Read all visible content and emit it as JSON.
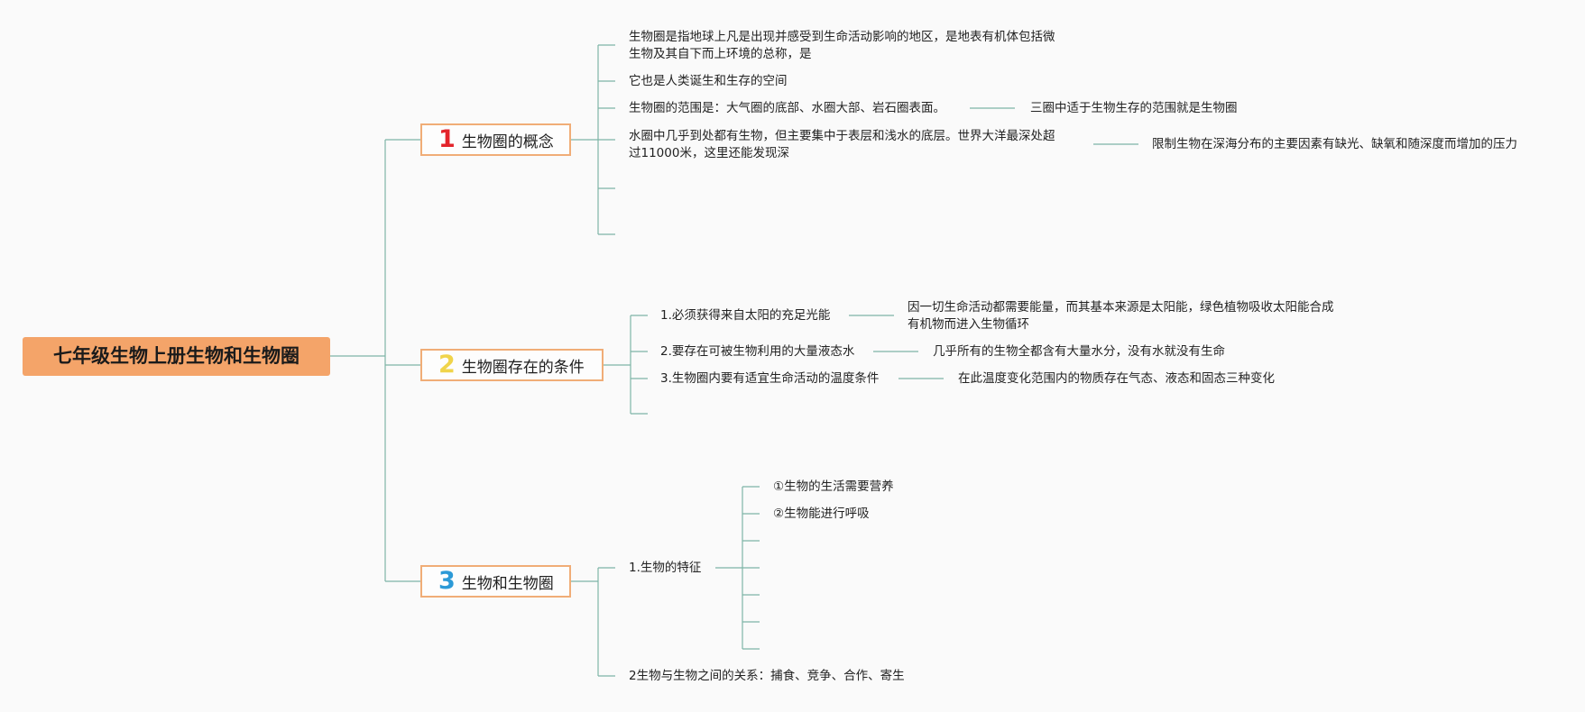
{
  "root": {
    "title": "七年级生物上册生物和生物圈"
  },
  "branches": [
    {
      "number": "1",
      "label": "生物圈的概念",
      "color": "#e3242b"
    },
    {
      "number": "2",
      "label": "生物圈存在的条件",
      "color": "#f0d44a"
    },
    {
      "number": "3",
      "label": "生物和生物圈",
      "color": "#2c9ad7"
    }
  ],
  "concept": {
    "definition_line1": "生物圈是指地球上凡是出现并感受到生命活动影响的地区，是地表有机体包括微",
    "definition_line2": "生物及其自下而上环境的总称，是",
    "human_space": "它也是人类诞生和生存的空间",
    "range": "生物圈的范围是：大气圈的底部、水圈大部、岩石圈表面。",
    "range_note": "三圈中适于生物生存的范围就是生物圈",
    "water_line1": "水圈中几乎到处都有生物，但主要集中于表层和浅水的底层。世界大洋最深处超",
    "water_line2": "过11000米，这里还能发现深",
    "water_note": "限制生物在深海分布的主要因素有缺光、缺氧和随深度而增加的压力"
  },
  "conditions": {
    "sunlight": "1.必须获得来自太阳的充足光能",
    "sunlight_note_line1": "因一切生命活动都需要能量，而其基本来源是太阳能，绿色植物吸收太阳能合成",
    "sunlight_note_line2": "有机物而进入生物循环",
    "water": "2.要存在可被生物利用的大量液态水",
    "water_note": "几乎所有的生物全都含有大量水分，没有水就没有生命",
    "temperature": "3.生物圈内要有适宜生命活动的温度条件",
    "temperature_note": "在此温度变化范围内的物质存在气态、液态和固态三种变化"
  },
  "organisms": {
    "features": "1.生物的特征",
    "feature_nutrition": "①生物的生活需要营养",
    "feature_breathing": "②生物能进行呼吸",
    "relations": "2生物与生物之间的关系：捕食、竞争、合作、寄生"
  },
  "colors": {
    "background": "#fafafa",
    "root_fill": "#f4a469",
    "branch_border": "#f0ad77",
    "connector": "#7eb5a6"
  }
}
